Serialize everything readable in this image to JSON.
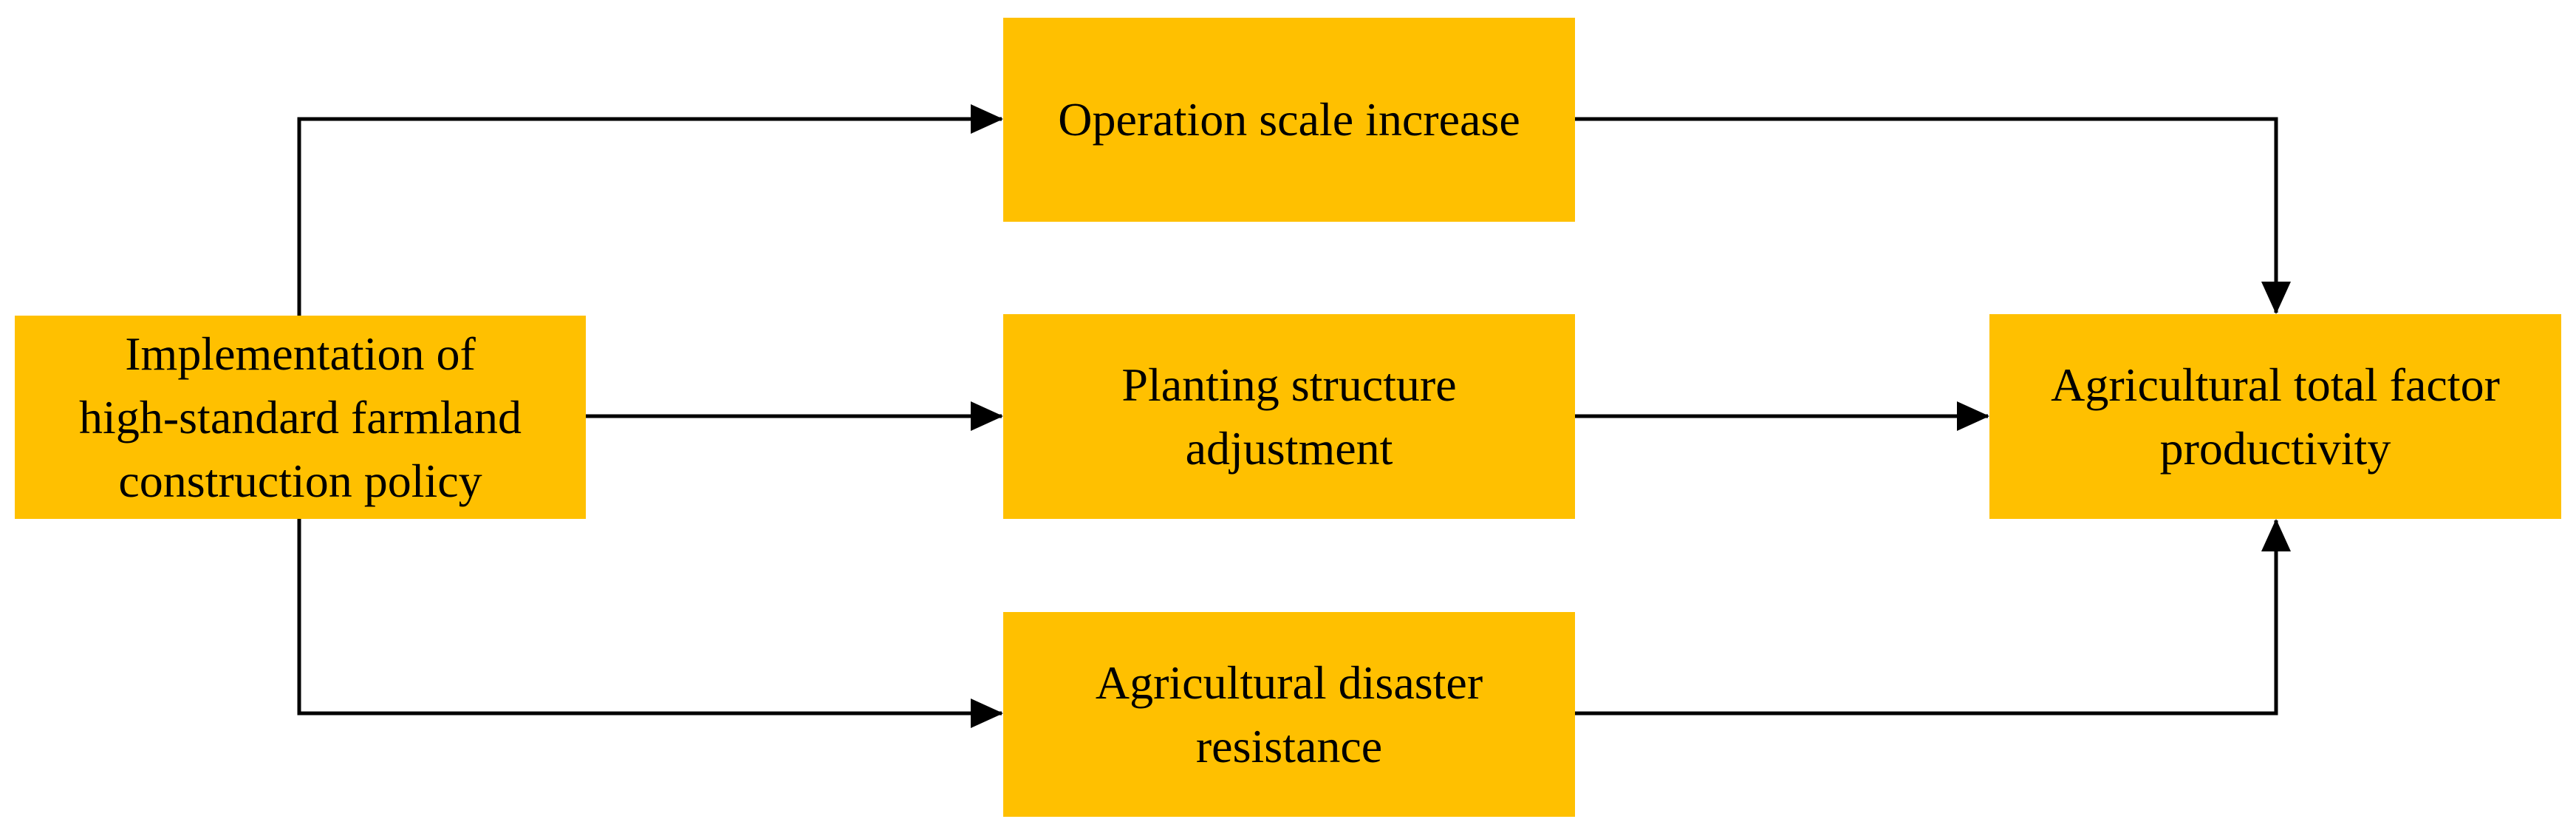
{
  "colors": {
    "node_fill": "#FFC000",
    "edge": "#000000",
    "text": "#000000"
  },
  "nodes": {
    "policy": {
      "lines": [
        "Implementation of",
        "high-standard farmland",
        "construction policy"
      ]
    },
    "scale": {
      "lines": [
        "Operation scale increase"
      ]
    },
    "planting": {
      "lines": [
        "Planting structure",
        "adjustment"
      ]
    },
    "disaster": {
      "lines": [
        "Agricultural disaster",
        "resistance"
      ]
    },
    "tfp": {
      "lines": [
        "Agricultural total factor",
        "productivity"
      ]
    }
  },
  "edges": [
    {
      "from": "policy",
      "to": "scale"
    },
    {
      "from": "policy",
      "to": "planting"
    },
    {
      "from": "policy",
      "to": "disaster"
    },
    {
      "from": "scale",
      "to": "tfp"
    },
    {
      "from": "planting",
      "to": "tfp"
    },
    {
      "from": "disaster",
      "to": "tfp"
    }
  ]
}
